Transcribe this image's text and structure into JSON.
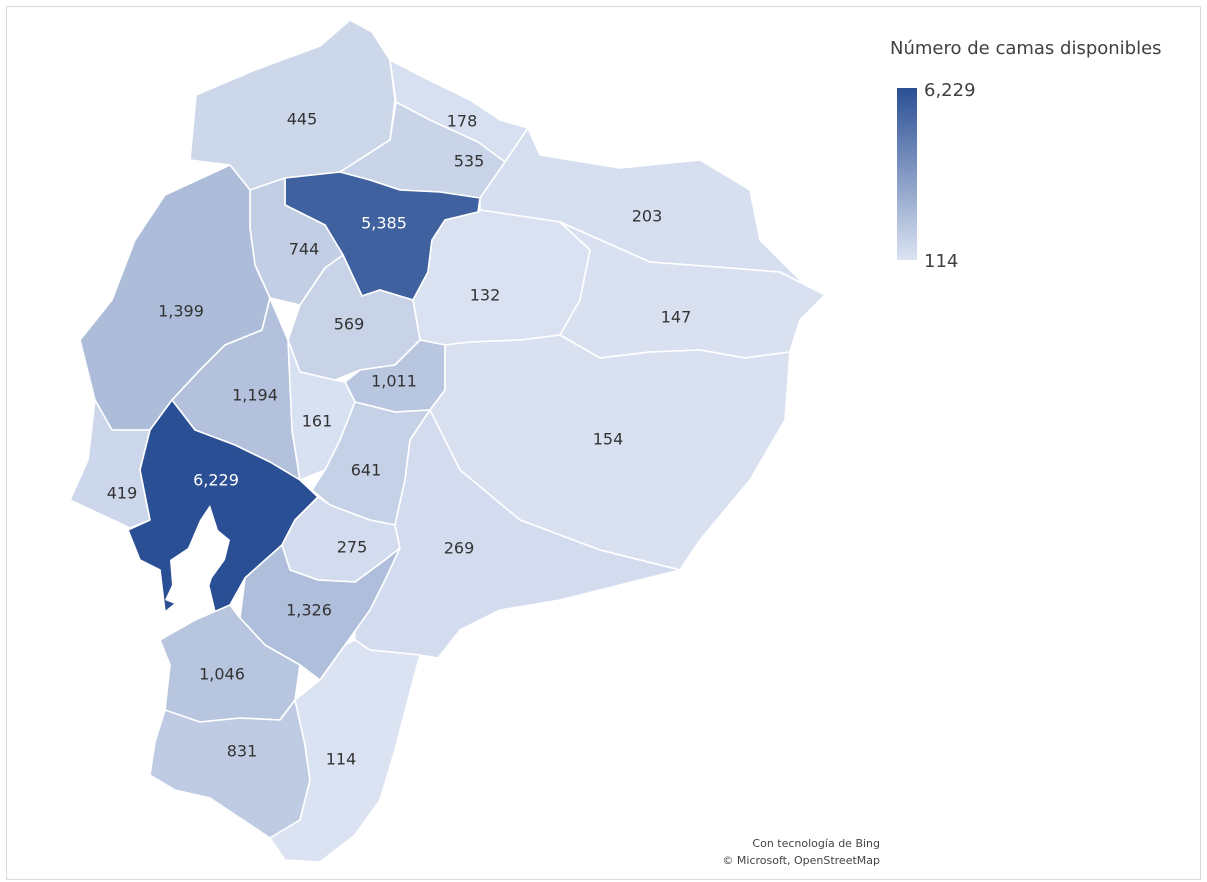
{
  "legend": {
    "title": "Número de camas disponibles",
    "max_label": "6,229",
    "min_label": "114",
    "color_low": "#dbe3f2",
    "color_high": "#2b4f94"
  },
  "credit": {
    "line1": "Con tecnología de Bing",
    "line2": "© Microsoft, OpenStreetMap"
  },
  "regions": [
    {
      "id": "esmeraldas",
      "value": 445
    },
    {
      "id": "carchi",
      "value": 178
    },
    {
      "id": "imbabura",
      "value": 535
    },
    {
      "id": "sucumbios",
      "value": 203
    },
    {
      "id": "pichincha",
      "value": 5385
    },
    {
      "id": "santo-domingo",
      "value": 744
    },
    {
      "id": "napo",
      "value": 132
    },
    {
      "id": "orellana",
      "value": 147
    },
    {
      "id": "manabi",
      "value": 1399
    },
    {
      "id": "cotopaxi",
      "value": 569
    },
    {
      "id": "tungurahua",
      "value": 1011
    },
    {
      "id": "los-rios",
      "value": 1194
    },
    {
      "id": "bolivar",
      "value": 161
    },
    {
      "id": "pastaza",
      "value": 154
    },
    {
      "id": "chimborazo",
      "value": 641
    },
    {
      "id": "santa-elena",
      "value": 419
    },
    {
      "id": "guayas",
      "value": 6229
    },
    {
      "id": "canar",
      "value": 275
    },
    {
      "id": "morona-santiago",
      "value": 269
    },
    {
      "id": "azuay",
      "value": 1326
    },
    {
      "id": "el-oro",
      "value": 1046
    },
    {
      "id": "loja",
      "value": 831
    },
    {
      "id": "zamora-chinchipe",
      "value": 114
    }
  ]
}
